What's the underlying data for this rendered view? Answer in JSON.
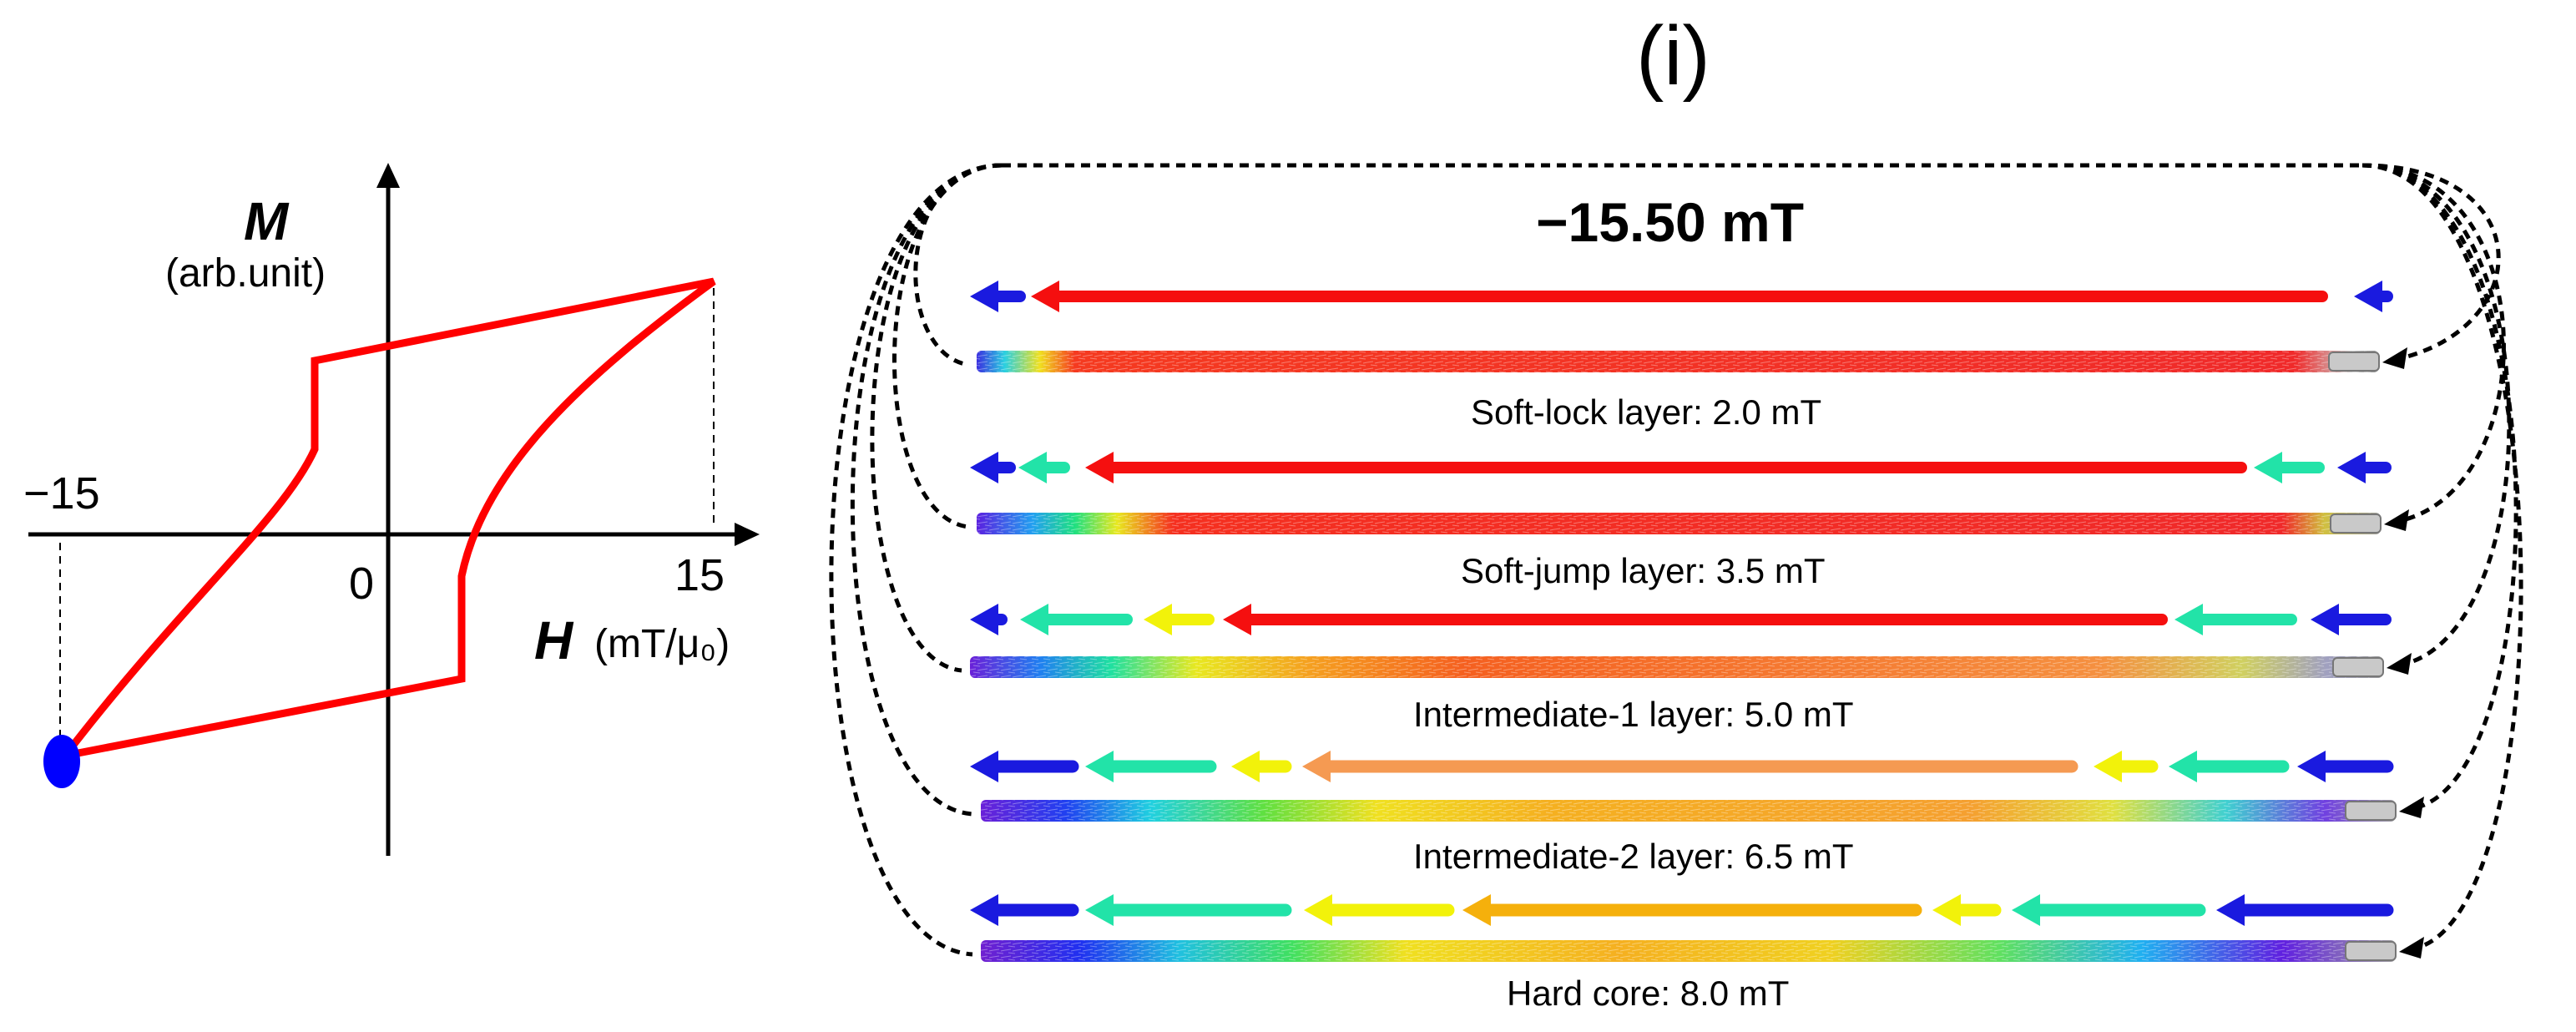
{
  "panel_label": "(i)",
  "field_readout": "−15.50 mT",
  "hysteresis": {
    "y_axis_symbol": "M",
    "y_axis_unit": "(arb.unit)",
    "x_axis_symbol": "H",
    "x_axis_unit": "(mT/μ₀)",
    "tick_neg": "−15",
    "tick_pos": "15",
    "origin": "0",
    "curve_color": "#ff0000",
    "marker_color": "#0000ff",
    "current_field": -15
  },
  "layers": [
    {
      "label": "Soft-lock layer: 2.0 mT",
      "arrows": [
        "blue",
        "red",
        "blue"
      ]
    },
    {
      "label": "Soft-jump layer: 3.5 mT",
      "arrows": [
        "blue",
        "cyan",
        "red",
        "cyan",
        "blue"
      ]
    },
    {
      "label": "Intermediate-1 layer: 5.0 mT",
      "arrows": [
        "blue",
        "cyan",
        "yellow",
        "red",
        "cyan",
        "blue"
      ]
    },
    {
      "label": "Intermediate-2 layer: 6.5 mT",
      "arrows": [
        "blue",
        "cyan",
        "yellow",
        "orange",
        "yellow",
        "cyan",
        "blue"
      ]
    },
    {
      "label": "Hard core: 8.0 mT",
      "arrows": [
        "blue",
        "cyan",
        "yellow",
        "amber",
        "yellow",
        "cyan",
        "blue"
      ]
    }
  ],
  "colors": {
    "blue": "#1a1adf",
    "cyan": "#22e3a8",
    "yellow": "#f2f20a",
    "red": "#f50f0f",
    "orange": "#f59a52",
    "amber": "#f5b00c",
    "connector": "#000000"
  }
}
